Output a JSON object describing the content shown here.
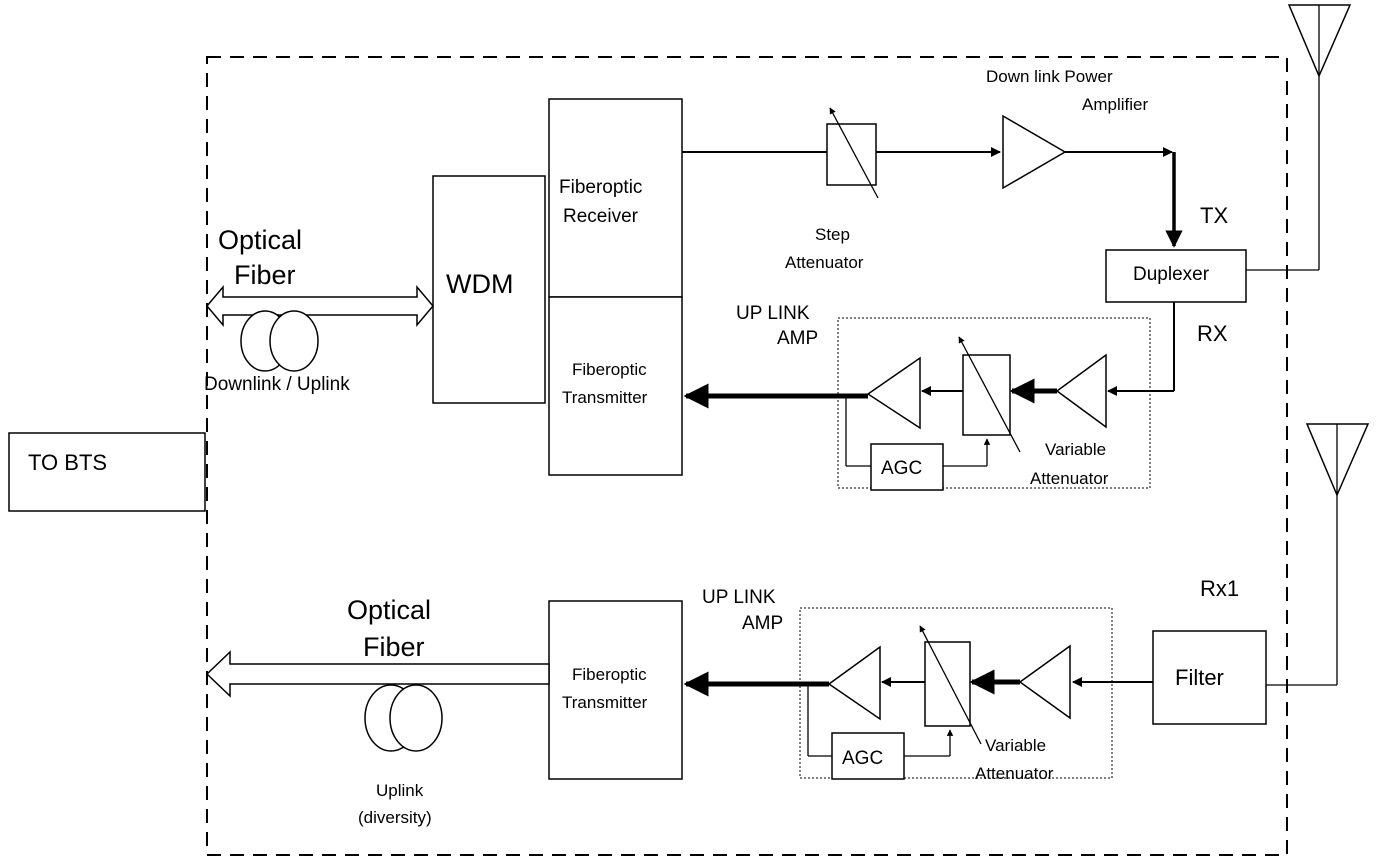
{
  "labels": {
    "to_bts": "TO BTS",
    "wdm": "WDM",
    "fiberoptic_receiver_line1": "Fiberoptic",
    "fiberoptic_receiver_line2": "Receiver",
    "fiberoptic_transmitter_line1": "Fiberoptic",
    "fiberoptic_transmitter_line2": "Transmitter",
    "optical_fiber_line1": "Optical",
    "optical_fiber_line2": "Fiber",
    "downlink_uplink": "Downlink /  Uplink",
    "uplink_diversity_line1": "Uplink",
    "uplink_diversity_line2": "(diversity)",
    "step_attenuator_line1": "Step",
    "step_attenuator_line2": "Attenuator",
    "downlink_pa_line1": "Down link Power",
    "downlink_pa_line2": "Amplifier",
    "tx": "TX",
    "rx": "RX",
    "rx1": "Rx1",
    "duplexer": "Duplexer",
    "filter": "Filter",
    "uplink_amp_line1": "UP LINK",
    "uplink_amp_line2": "AMP",
    "agc": "AGC",
    "variable_attenuator_line1": "Variable",
    "variable_attenuator_line2": "Attenuator"
  }
}
